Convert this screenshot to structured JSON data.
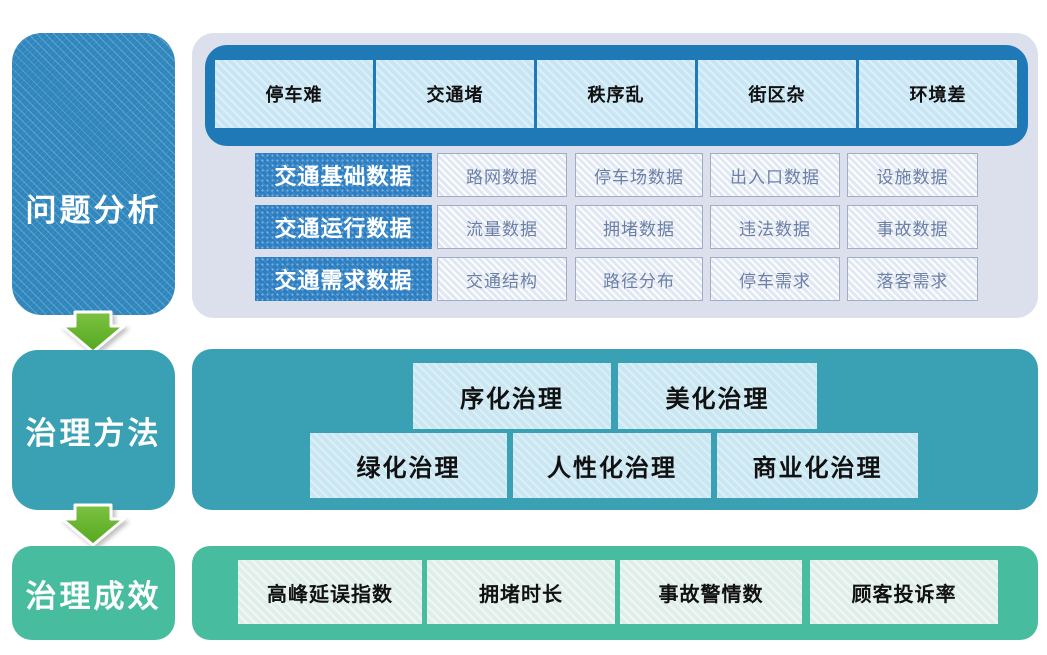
{
  "left_nav": {
    "problem_label": "问题分析",
    "method_label": "治理方法",
    "effect_label": "治理成效"
  },
  "problem_panel": {
    "issues": [
      "停车难",
      "交通堵",
      "秩序乱",
      "街区杂",
      "环境差"
    ],
    "rows": [
      {
        "label": "交通基础数据",
        "cells": [
          "路网数据",
          "停车场数据",
          "出入口数据",
          "设施数据"
        ]
      },
      {
        "label": "交通运行数据",
        "cells": [
          "流量数据",
          "拥堵数据",
          "违法数据",
          "事故数据"
        ]
      },
      {
        "label": "交通需求数据",
        "cells": [
          "交通结构",
          "路径分布",
          "停车需求",
          "落客需求"
        ]
      }
    ]
  },
  "method_panel": {
    "row1": [
      "序化治理",
      "美化治理"
    ],
    "row2": [
      "绿化治理",
      "人性化治理",
      "商业化治理"
    ]
  },
  "effect_panel": {
    "metrics": [
      "高峰延误指数",
      "拥堵时长",
      "事故警情数",
      "顾客投诉率"
    ]
  },
  "colors": {
    "primary_blue": "#2e86bd",
    "dark_blue_bar": "#1e79b6",
    "issue_box_blue": "#c8e5f4",
    "panel_lavender": "#dce0ec",
    "label_box_blue": "#2b7ec2",
    "small_box_bg": "#eef2f8",
    "small_box_border": "#9fadc9",
    "small_box_text": "#6c7fa5",
    "teal": "#39a1b3",
    "teal_box": "#c9e6f1",
    "green": "#48bc9e",
    "green_box": "#dfeee9",
    "arrow_green": "#69b52f"
  }
}
